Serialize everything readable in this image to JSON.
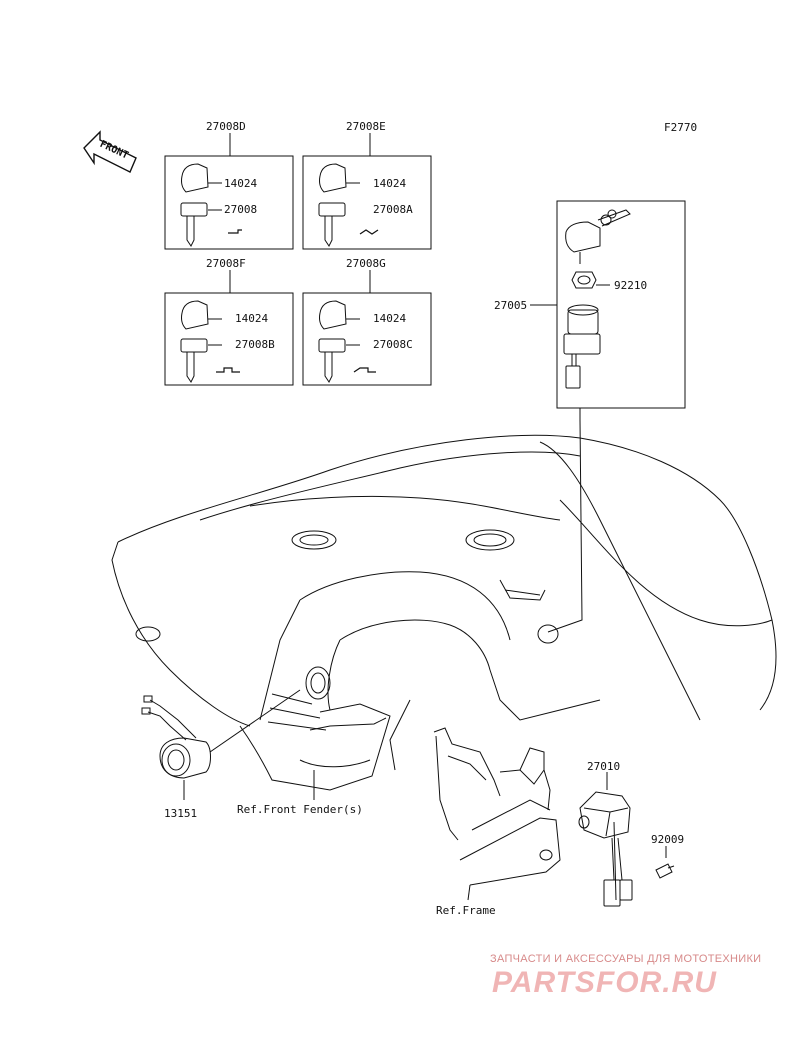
{
  "diagram_code": "F2770",
  "front_arrow": {
    "label": "FRONT"
  },
  "key_sets": [
    {
      "id": "set-d",
      "title": "27008D",
      "cap": "14024",
      "key": "27008"
    },
    {
      "id": "set-e",
      "title": "27008E",
      "cap": "14024",
      "key": "27008A"
    },
    {
      "id": "set-f",
      "title": "27008F",
      "cap": "14024",
      "key": "27008B"
    },
    {
      "id": "set-g",
      "title": "27008G",
      "cap": "14024",
      "key": "27008C"
    }
  ],
  "switch_assembly": {
    "label": "27005",
    "nut": "92210"
  },
  "parts": {
    "socket": "13151",
    "front_fender_ref": "Ref.Front Fender(s)",
    "frame_ref": "Ref.Frame",
    "relay": "27010",
    "bolt": "92009"
  },
  "watermark": {
    "line1": "ЗАПЧАСТИ И АКСЕССУАРЫ ДЛЯ МОТОТЕХНИКИ",
    "line2": "PARTSFOR.RU"
  }
}
